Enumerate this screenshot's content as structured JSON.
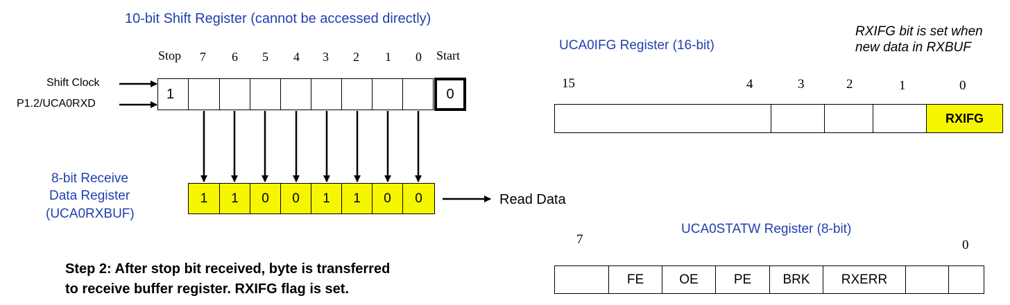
{
  "shift_register": {
    "title": "10-bit Shift Register (cannot be accessed directly)",
    "header_labels": [
      "Stop",
      "7",
      "6",
      "5",
      "4",
      "3",
      "2",
      "1",
      "0",
      "Start"
    ],
    "stop_bit": "1",
    "start_bit": "0",
    "input_labels": [
      "Shift Clock",
      "P1.2/UCA0RXD"
    ]
  },
  "receive_buffer": {
    "label_lines": [
      "8-bit Receive",
      "Data Register",
      "(UCA0RXBUF)"
    ],
    "bits": [
      "1",
      "1",
      "0",
      "0",
      "1",
      "1",
      "0",
      "0"
    ],
    "output_label": "Read Data"
  },
  "step_text": {
    "line1": "Step 2:  After stop bit received, byte is transferred",
    "line2": "to receive buffer register.  RXIFG flag is set."
  },
  "ifg_register": {
    "title": "UCA0IFG Register (16-bit)",
    "note_lines": [
      "RXIFG bit is set when",
      "new data in RXBUF"
    ],
    "bit_numbers": [
      "15",
      "4",
      "3",
      "2",
      "1",
      "0"
    ],
    "rxifg_label": "RXIFG",
    "highlight_color": "#f6f600"
  },
  "statw_register": {
    "title": "UCA0STATW Register (8-bit)",
    "bit_numbers": [
      "7",
      "0"
    ],
    "fields": [
      "",
      "FE",
      "OE",
      "PE",
      "BRK",
      "RXERR",
      "",
      ""
    ]
  }
}
